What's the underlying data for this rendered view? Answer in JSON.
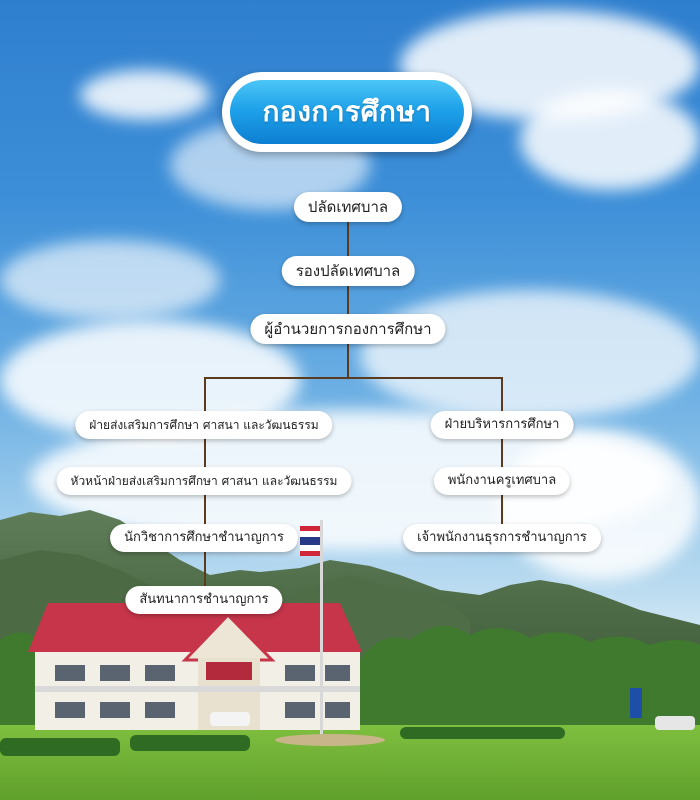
{
  "title": "กองการศึกษา",
  "chain": [
    "ปลัดเทศบาล",
    "รองปลัดเทศบาล",
    "ผู้อำนวยการกองการศึกษา"
  ],
  "left_branch": [
    "ฝ่ายส่งเสริมการศึกษา ศาสนา และวัฒนธรรม",
    "หัวหน้าฝ่ายส่งเสริมการศึกษา ศาสนา และวัฒนธรรม",
    "นักวิชาการศึกษาชำนาญการ",
    "สันทนาการชำนาญการ"
  ],
  "right_branch": [
    "ฝ่ายบริหารการศึกษา",
    "พนักงานครูเทศบาล",
    "เจ้าพนักงานธุรการชำนาญการ"
  ],
  "colors": {
    "connector": "#5b3a1e",
    "title_gradient_top": "#4cc6f6",
    "title_gradient_bottom": "#0d7fd2",
    "roof": "#c7354a"
  }
}
